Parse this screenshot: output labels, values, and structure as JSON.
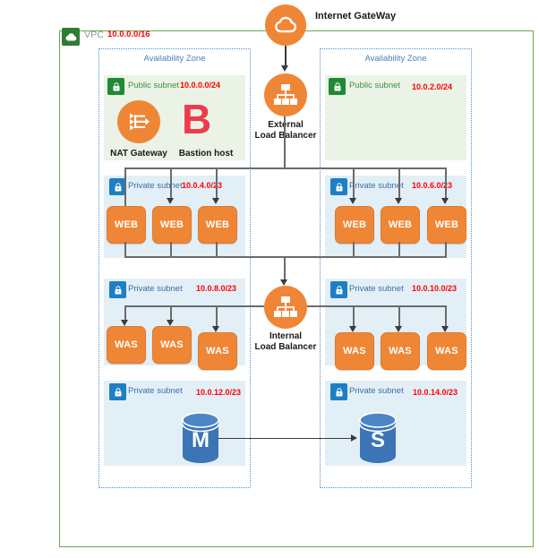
{
  "diagram": {
    "title": "AWS VPC multi-AZ three-tier architecture",
    "colors": {
      "vpc_border": "#6aa84f",
      "az_border": "#4a90d9",
      "public_subnet_bg": "#eaf3e6",
      "private_subnet_bg": "#e3eff7",
      "orange": "#ef8636",
      "cidr_red": "#ff0000",
      "db_blue": "#3b75b5",
      "bastion_red": "#ee3b4b",
      "connector_gray": "#6b6b6b"
    }
  },
  "internet_gateway": {
    "label": "Internet GateWay",
    "icon": "cloud-icon"
  },
  "vpc": {
    "label": "VPC",
    "cidr": "10.0.0.0/16",
    "icon": "vpc-cloud-icon"
  },
  "load_balancers": [
    {
      "id": "external",
      "caption_line1": "External",
      "caption_line2": "Load Balancer",
      "icon": "load-balancer-icon"
    },
    {
      "id": "internal",
      "caption_line1": "Internal",
      "caption_line2": "Load Balancer",
      "icon": "load-balancer-icon"
    }
  ],
  "availability_zones": [
    {
      "id": "left",
      "label": "Availability Zone",
      "subnets": [
        {
          "type": "public",
          "name": "Public subnet",
          "cidr": "10.0.0.0/24",
          "lock_icon": "green-lock-icon",
          "resources": [
            {
              "label": "NAT Gateway",
              "icon": "nat-gateway-icon"
            },
            {
              "label": "Bastion host",
              "icon": "bastion-host-icon",
              "glyph": "B"
            }
          ]
        },
        {
          "type": "private",
          "name": "Private subnet",
          "cidr": "10.0.4.0/23",
          "lock_icon": "blue-lock-icon",
          "nodes": [
            "WEB",
            "WEB",
            "WEB"
          ]
        },
        {
          "type": "private",
          "name": "Private subnet",
          "cidr": "10.0.8.0/23",
          "lock_icon": "blue-lock-icon",
          "nodes": [
            "WAS",
            "WAS",
            "WAS"
          ]
        },
        {
          "type": "private",
          "name": "Private subnet",
          "cidr": "10.0.12.0/23",
          "lock_icon": "blue-lock-icon",
          "database": {
            "glyph": "M",
            "icon": "database-master-icon"
          }
        }
      ]
    },
    {
      "id": "right",
      "label": "Availability Zone",
      "subnets": [
        {
          "type": "public",
          "name": "Public subnet",
          "cidr": "10.0.2.0/24",
          "lock_icon": "green-lock-icon",
          "resources": []
        },
        {
          "type": "private",
          "name": "Private subnet",
          "cidr": "10.0.6.0/23",
          "lock_icon": "blue-lock-icon",
          "nodes": [
            "WEB",
            "WEB",
            "WEB"
          ]
        },
        {
          "type": "private",
          "name": "Private subnet",
          "cidr": "10.0.10.0/23",
          "lock_icon": "blue-lock-icon",
          "nodes": [
            "WAS",
            "WAS",
            "WAS"
          ]
        },
        {
          "type": "private",
          "name": "Private subnet",
          "cidr": "10.0.14.0/23",
          "lock_icon": "blue-lock-icon",
          "database": {
            "glyph": "S",
            "icon": "database-standby-icon"
          }
        }
      ]
    }
  ]
}
